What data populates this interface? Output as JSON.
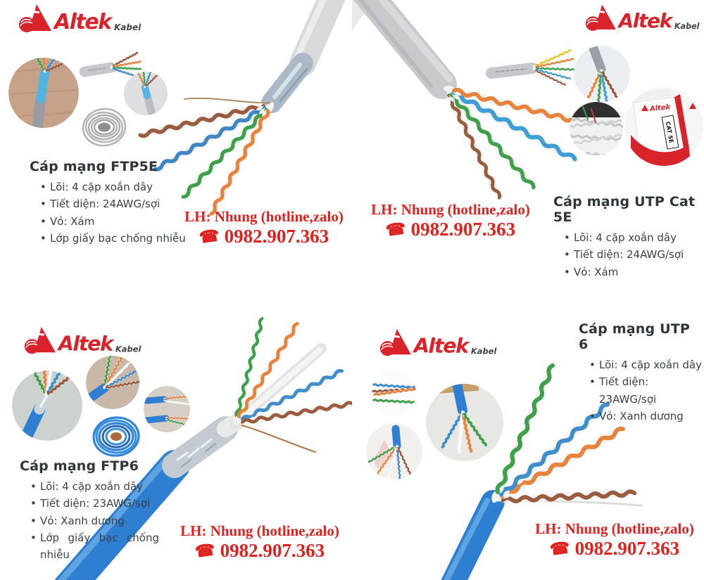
{
  "brand": {
    "name": "Altek",
    "suffix": "Kabel"
  },
  "contact": {
    "label": "LH: Nhung (hotline,zalo)",
    "phone": "0982.907.363",
    "phone_icon": "phone-handset"
  },
  "products": [
    {
      "title": "Cáp mạng FTP5E",
      "specs": [
        "Lõi: 4 cặp xoắn dây",
        "Tiết diện: 24AWG/sợi",
        "Vỏ: Xám",
        "Lớp giấy bạc chống nhiễu"
      ]
    },
    {
      "title": "Cáp mạng UTP Cat 5E",
      "specs": [
        "Lõi: 4 cặp xoắn dây",
        "Tiết diện: 24AWG/sợi",
        "Vỏ: Xám"
      ]
    },
    {
      "title": "Cáp mạng FTP6",
      "specs": [
        "Lõi: 4 cặp xoắn dây",
        "Tiết diện: 23AWG/sợi",
        "Vỏ: Xanh dương",
        "Lớp giấy bạc chống nhiễu"
      ]
    },
    {
      "title": "Cáp mạng UTP 6",
      "specs": [
        "Lõi: 4 cặp xoắn dây",
        "Tiết diện: 23AWG/sợi",
        "Vỏ: Xanh dương"
      ]
    }
  ],
  "box_label": "CAT 5E",
  "colors": {
    "brand_red": "#d8232a",
    "contact_red": "#e0211d",
    "heading_dark": "#2e353b",
    "body_text": "#3a4147",
    "cable_gray": "#c7c9cc",
    "cable_blue": "#2e7fd2",
    "foil_silver": "#c3cad1",
    "pair_orange": "#e8833c",
    "pair_green": "#3fa04a",
    "pair_blue": "#3f8ecb",
    "pair_brown": "#9a5c3e"
  }
}
